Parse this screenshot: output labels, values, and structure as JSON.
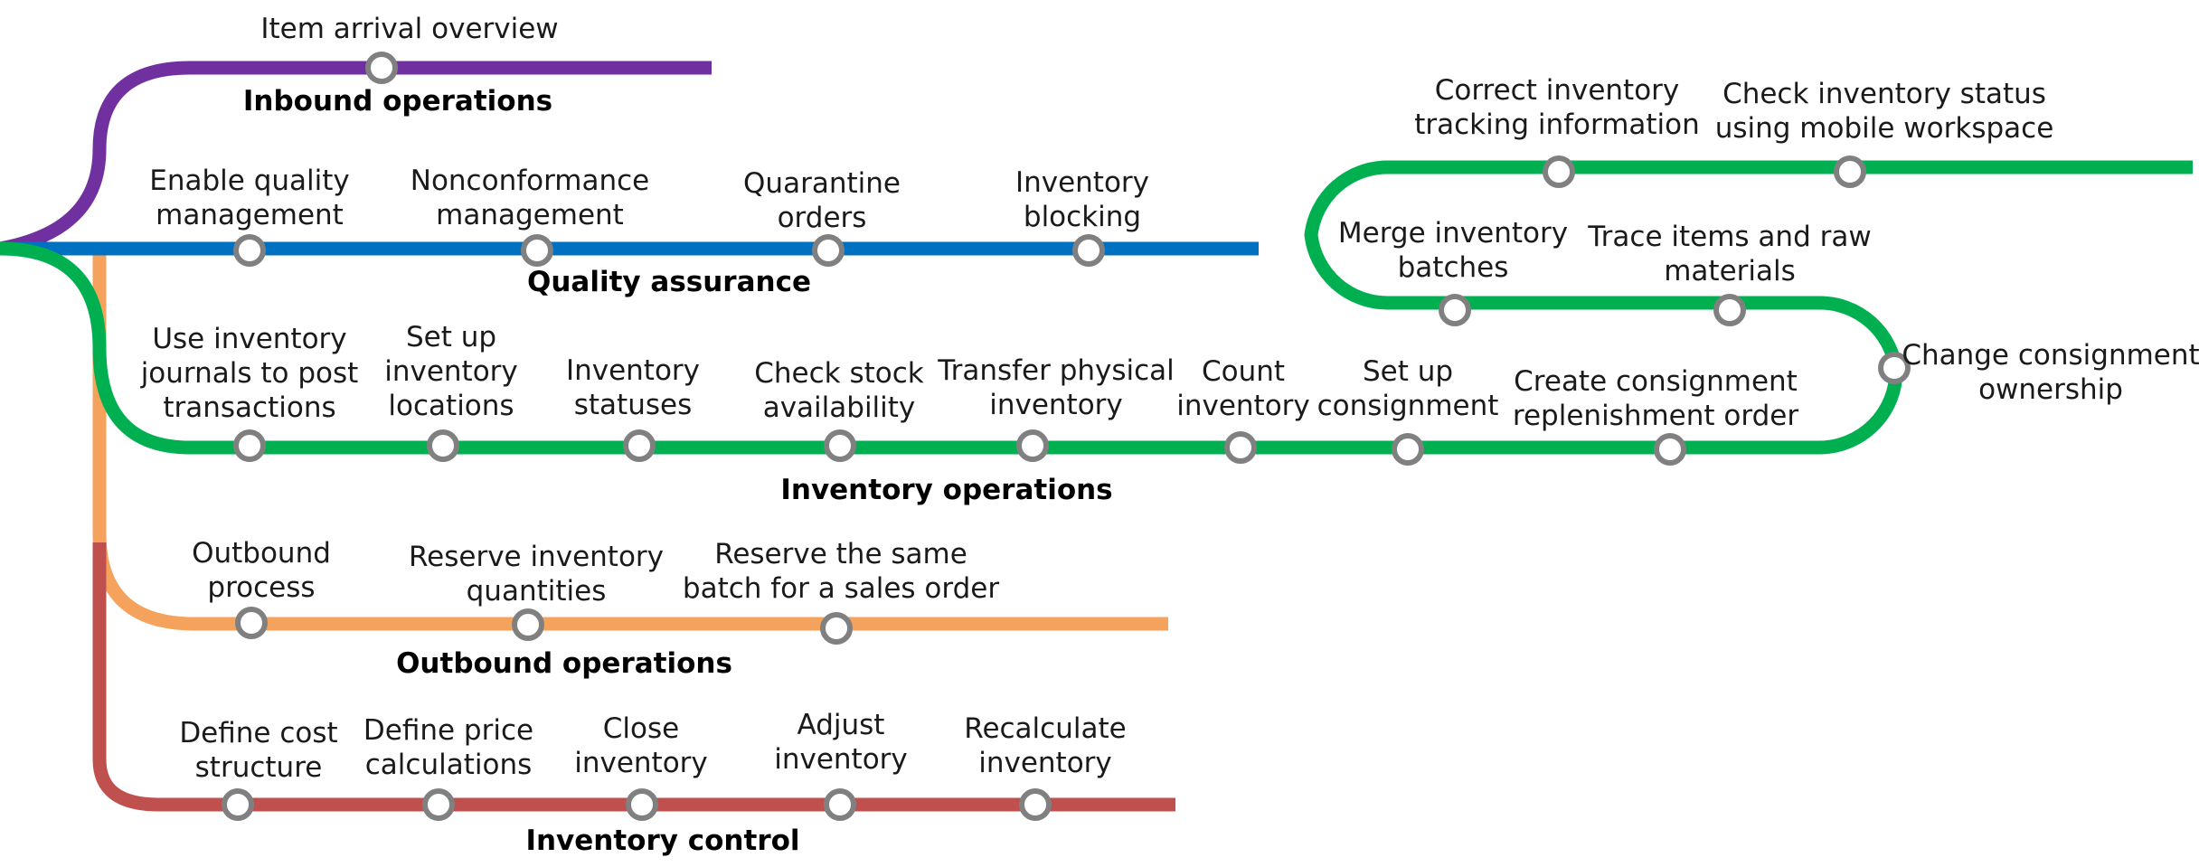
{
  "colors": {
    "inbound": "#7030A0",
    "quality": "#0070C0",
    "inventory": "#00B050",
    "outbound": "#F4A25C",
    "control": "#C0504D",
    "stop_border": "#808080"
  },
  "lines": {
    "inbound": {
      "title": "Inbound operations",
      "stops": [
        {
          "label": [
            "Item arrival overview"
          ]
        }
      ]
    },
    "quality": {
      "title": "Quality assurance",
      "stops": [
        {
          "label": [
            "Enable quality",
            "management"
          ]
        },
        {
          "label": [
            "Nonconformance",
            "management"
          ]
        },
        {
          "label": [
            "Quarantine",
            "orders"
          ]
        },
        {
          "label": [
            "Inventory",
            "blocking"
          ]
        }
      ]
    },
    "inventory": {
      "title": "Inventory operations",
      "stops": [
        {
          "label": [
            "Use inventory",
            "journals to post",
            "transactions"
          ]
        },
        {
          "label": [
            "Set up",
            "inventory",
            "locations"
          ]
        },
        {
          "label": [
            "Inventory",
            "statuses"
          ]
        },
        {
          "label": [
            "Check stock",
            "availability"
          ]
        },
        {
          "label": [
            "Transfer physical",
            "inventory"
          ]
        },
        {
          "label": [
            "Count",
            "inventory"
          ]
        },
        {
          "label": [
            "Set up",
            "consignment"
          ]
        },
        {
          "label": [
            "Create consignment",
            "replenishment order"
          ]
        },
        {
          "label": [
            "Change consignment",
            "ownership"
          ]
        },
        {
          "label": [
            "Trace items and raw",
            "materials"
          ]
        },
        {
          "label": [
            "Merge inventory",
            "batches"
          ]
        },
        {
          "label": [
            "Correct inventory",
            "tracking information"
          ]
        },
        {
          "label": [
            "Check inventory status",
            "using mobile workspace"
          ]
        }
      ]
    },
    "outbound": {
      "title": "Outbound operations",
      "stops": [
        {
          "label": [
            "Outbound",
            "process"
          ]
        },
        {
          "label": [
            "Reserve inventory",
            "quantities"
          ]
        },
        {
          "label": [
            "Reserve the same",
            "batch for a sales order"
          ]
        }
      ]
    },
    "control": {
      "title": "Inventory control",
      "stops": [
        {
          "label": [
            "Define cost",
            "structure"
          ]
        },
        {
          "label": [
            "Define price",
            "calculations"
          ]
        },
        {
          "label": [
            "Close",
            "inventory"
          ]
        },
        {
          "label": [
            "Adjust",
            "inventory"
          ]
        },
        {
          "label": [
            "Recalculate",
            "inventory"
          ]
        }
      ]
    }
  }
}
